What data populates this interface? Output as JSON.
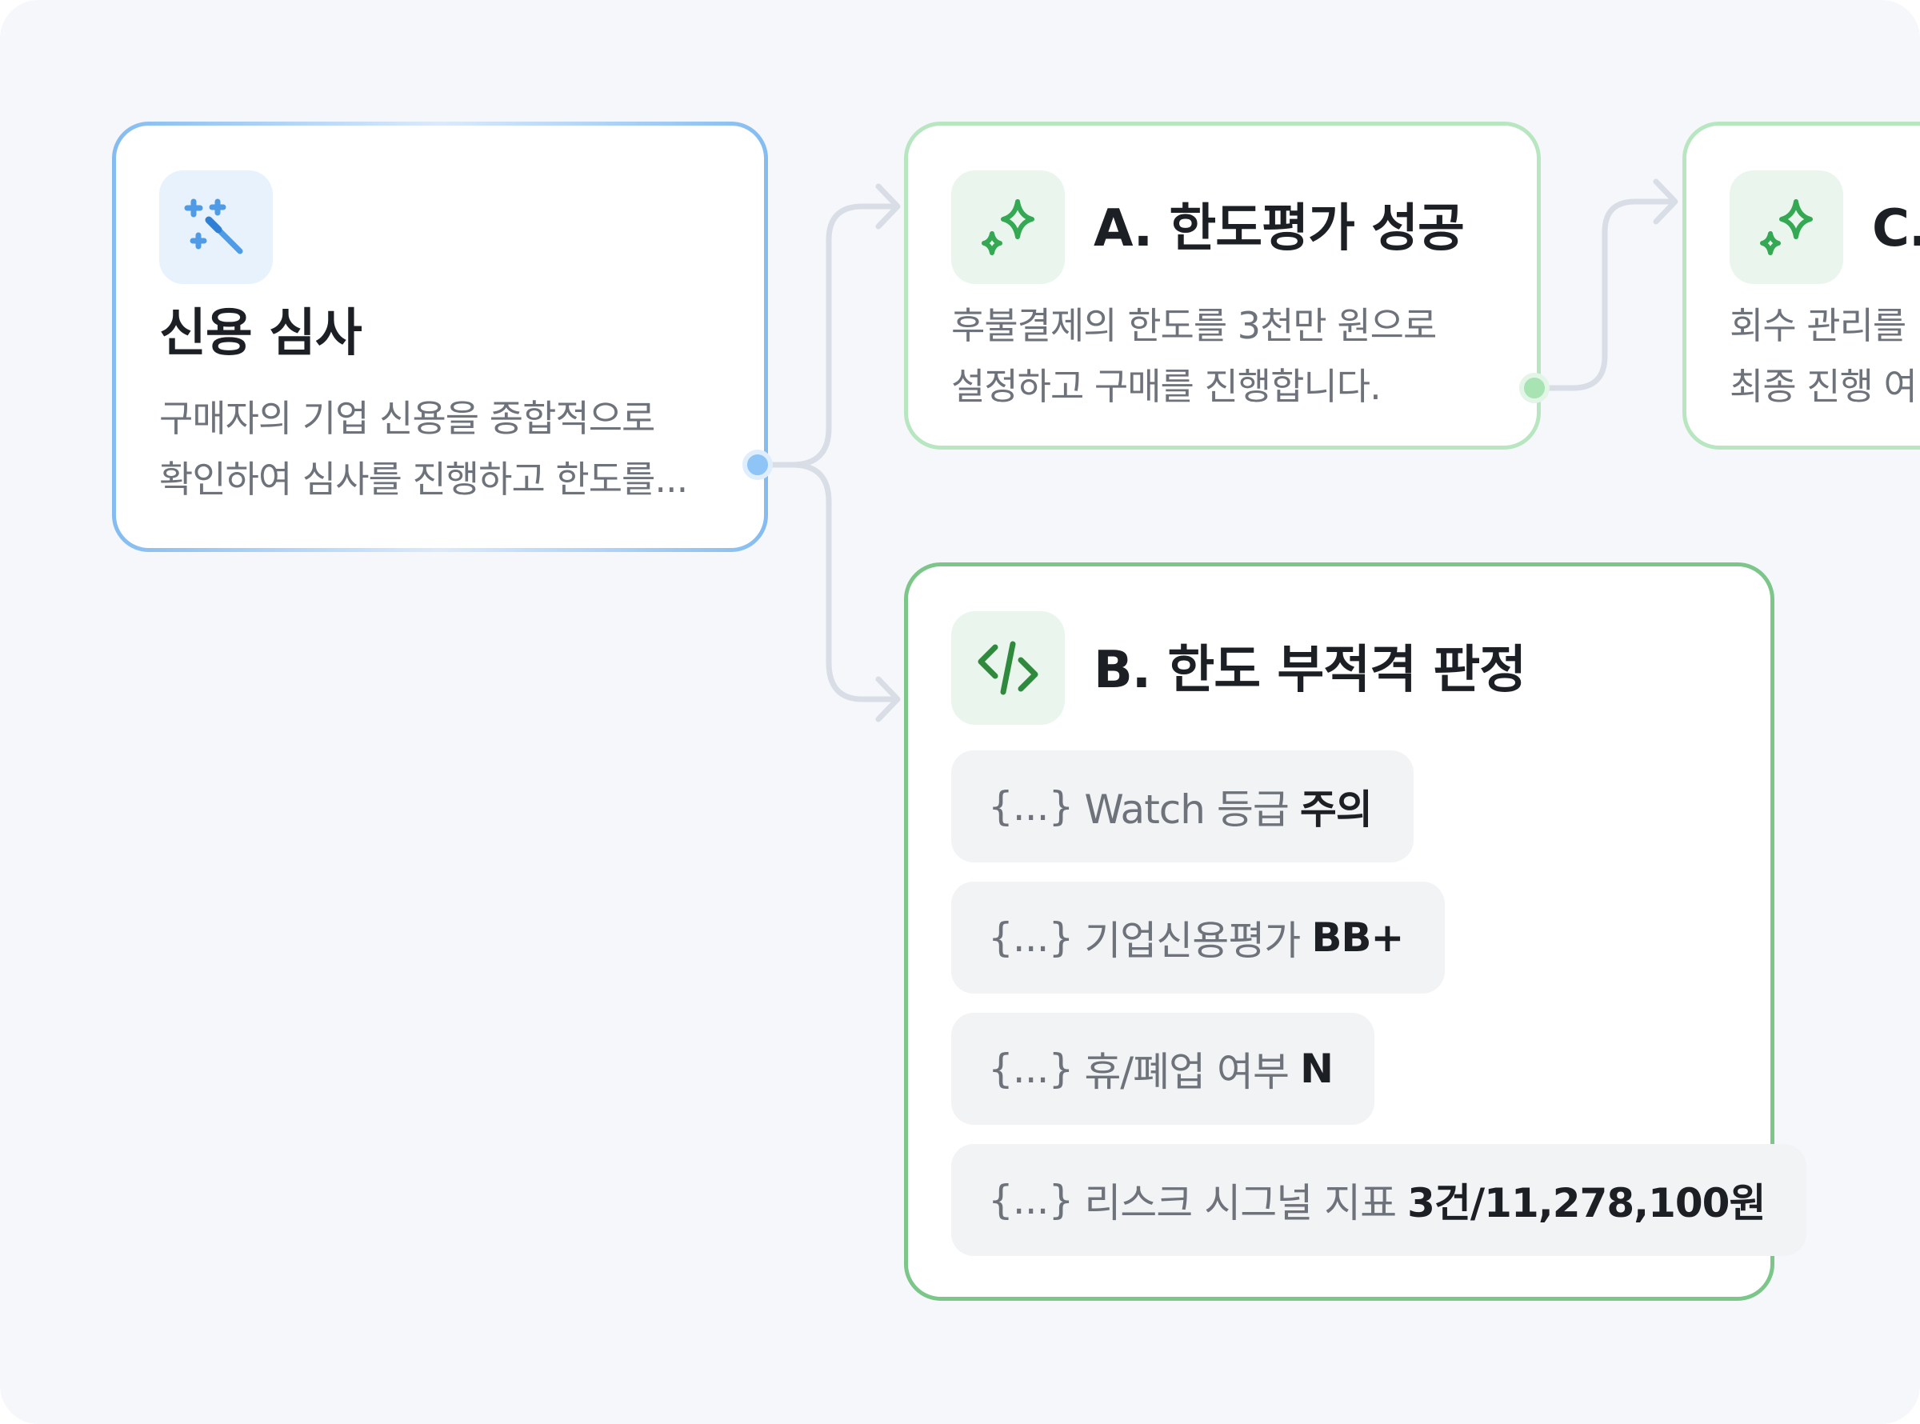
{
  "canvas": {
    "background": "#f5f7fb"
  },
  "colors": {
    "blue_accent": "#84bcf1",
    "green_light": "#b8e6c0",
    "green_strong": "#7bc688",
    "connector": "#d9dee6"
  },
  "nodes": {
    "credit_review": {
      "icon": "magic-wand-icon",
      "title": "신용 심사",
      "desc_line1": "구매자의 기업 신용을 종합적으로",
      "desc_line2": "확인하여 심사를 진행하고 한도를..."
    },
    "limit_success": {
      "icon": "sparkle-icon",
      "title": "A. 한도평가 성공",
      "desc_line1": "후불결제의 한도를 3천만 원으로",
      "desc_line2": "설정하고 구매를 진행합니다."
    },
    "next_step_c": {
      "icon": "sparkle-icon",
      "title": "C.",
      "desc_line1": "회수 관리를",
      "desc_line2": "최종 진행 여"
    },
    "limit_ineligible": {
      "icon": "code-icon",
      "title": "B. 한도 부적격 판정",
      "variables": [
        {
          "brace": "{...}",
          "label": "Watch 등급",
          "value": "주의"
        },
        {
          "brace": "{...}",
          "label": "기업신용평가",
          "value": "BB+"
        },
        {
          "brace": "{...}",
          "label": "휴/폐업 여부",
          "value": "N"
        },
        {
          "brace": "{...}",
          "label": "리스크 시그널 지표",
          "value": "3건/11,278,100원"
        }
      ]
    }
  }
}
